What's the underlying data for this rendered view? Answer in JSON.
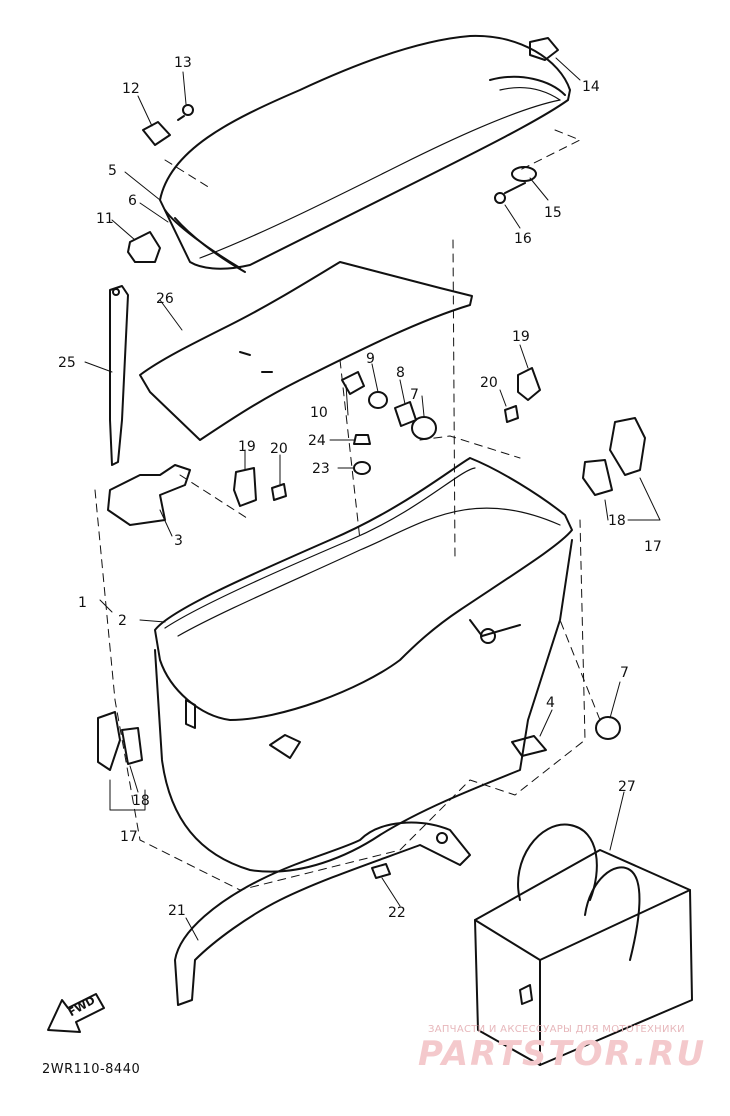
{
  "diagram": {
    "drawing_code": "2WR110-8440",
    "fwd_label": "FWD",
    "watermark_line1": "ЗАПЧАСТИ И АКСЕССУАРЫ ДЛЯ МОТОТЕХНИКИ",
    "watermark_logo": "PARTSTOR.RU",
    "callouts": [
      {
        "id": "c13",
        "text": "13"
      },
      {
        "id": "c12",
        "text": "12"
      },
      {
        "id": "c14",
        "text": "14"
      },
      {
        "id": "c5",
        "text": "5"
      },
      {
        "id": "c6",
        "text": "6"
      },
      {
        "id": "c11",
        "text": "11"
      },
      {
        "id": "c15",
        "text": "15"
      },
      {
        "id": "c16",
        "text": "16"
      },
      {
        "id": "c26",
        "text": "26"
      },
      {
        "id": "c25",
        "text": "25"
      },
      {
        "id": "c19a",
        "text": "19"
      },
      {
        "id": "c9",
        "text": "9"
      },
      {
        "id": "c8",
        "text": "8"
      },
      {
        "id": "c20a",
        "text": "20"
      },
      {
        "id": "c10",
        "text": "10"
      },
      {
        "id": "c7a",
        "text": "7"
      },
      {
        "id": "c24",
        "text": "24"
      },
      {
        "id": "c23",
        "text": "23"
      },
      {
        "id": "c19b",
        "text": "19"
      },
      {
        "id": "c20b",
        "text": "20"
      },
      {
        "id": "c3",
        "text": "3"
      },
      {
        "id": "c18a",
        "text": "18"
      },
      {
        "id": "c17a",
        "text": "17"
      },
      {
        "id": "c1",
        "text": "1"
      },
      {
        "id": "c2",
        "text": "2"
      },
      {
        "id": "c7b",
        "text": "7"
      },
      {
        "id": "c4",
        "text": "4"
      },
      {
        "id": "c18b",
        "text": "18"
      },
      {
        "id": "c17b",
        "text": "17"
      },
      {
        "id": "c27",
        "text": "27"
      },
      {
        "id": "c21",
        "text": "21"
      },
      {
        "id": "c22",
        "text": "22"
      }
    ]
  }
}
